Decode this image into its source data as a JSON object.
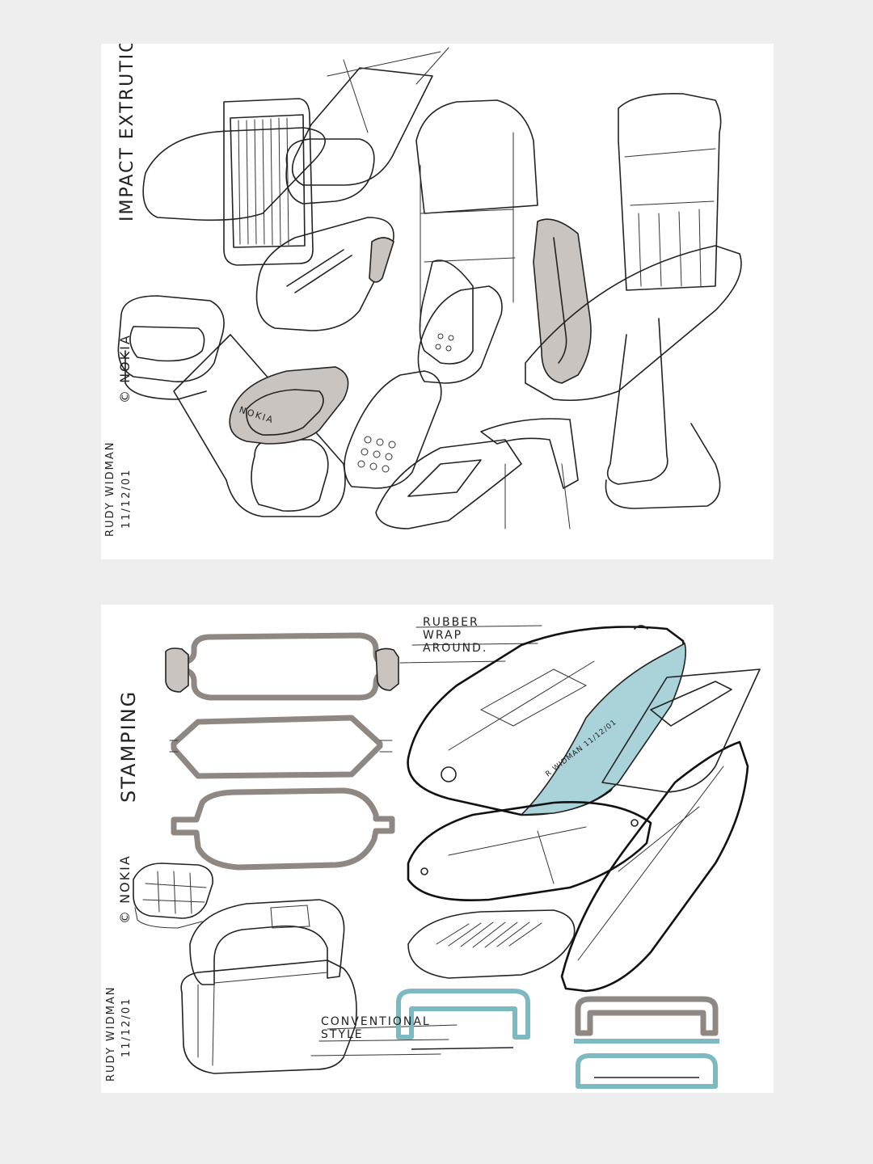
{
  "sheets": {
    "top": {
      "heading": "IMPACT EXTRUTION",
      "author": "RUDY WIDMAN",
      "brand": "© NOKIA",
      "date": "11/12/01",
      "phone_label": "NOKIA"
    },
    "bottom": {
      "heading": "STAMPING",
      "author": "RUDY WIDMAN",
      "brand": "© NOKIA",
      "date": "11/12/01",
      "note_rubber": "RUBBER WRAP AROUND.",
      "note_conventional": "CONVENTIONAL STYLE",
      "signature": "R WIDMAN 11/12/01"
    }
  },
  "colors": {
    "page_background": "#eeeeee",
    "sheet": "#ffffff",
    "ink": "#222222",
    "marker_grey": "#c9c4c0",
    "marker_blue": "#a9d3d8"
  }
}
